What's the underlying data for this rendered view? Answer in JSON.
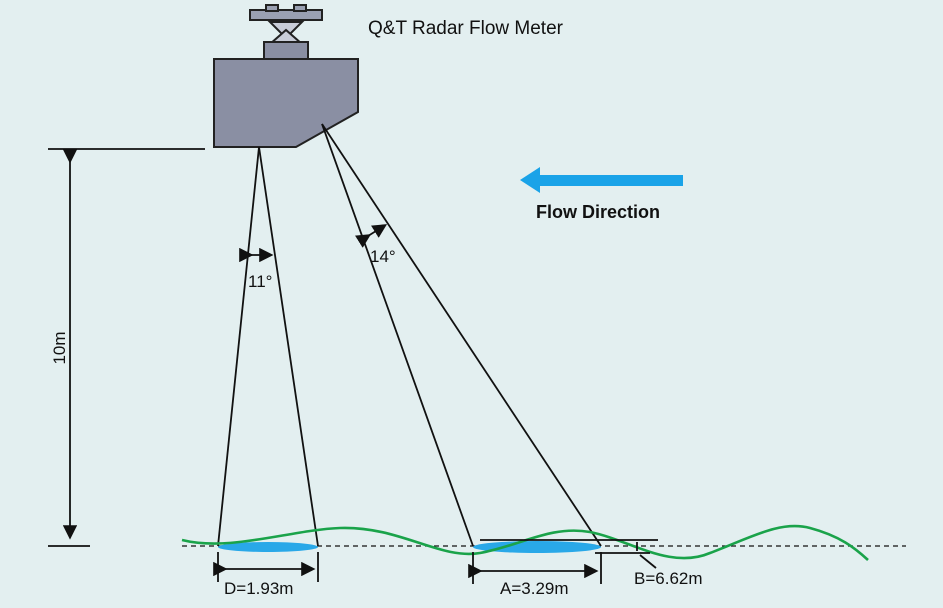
{
  "title": "Q&T Radar Flow Meter",
  "flow_label": "Flow Direction",
  "height_label": "10m",
  "angle_vertical": "11°",
  "angle_inclined": "14°",
  "dim_d": "D=1.93m",
  "dim_a": "A=3.29m",
  "dim_b": "B=6.62m",
  "colors": {
    "background": "#e3eff0",
    "device": "#8a8fa3",
    "flow_arrow": "#1aa3e8",
    "water_surface": "#1aa34a",
    "spot": "#29a8e8"
  }
}
